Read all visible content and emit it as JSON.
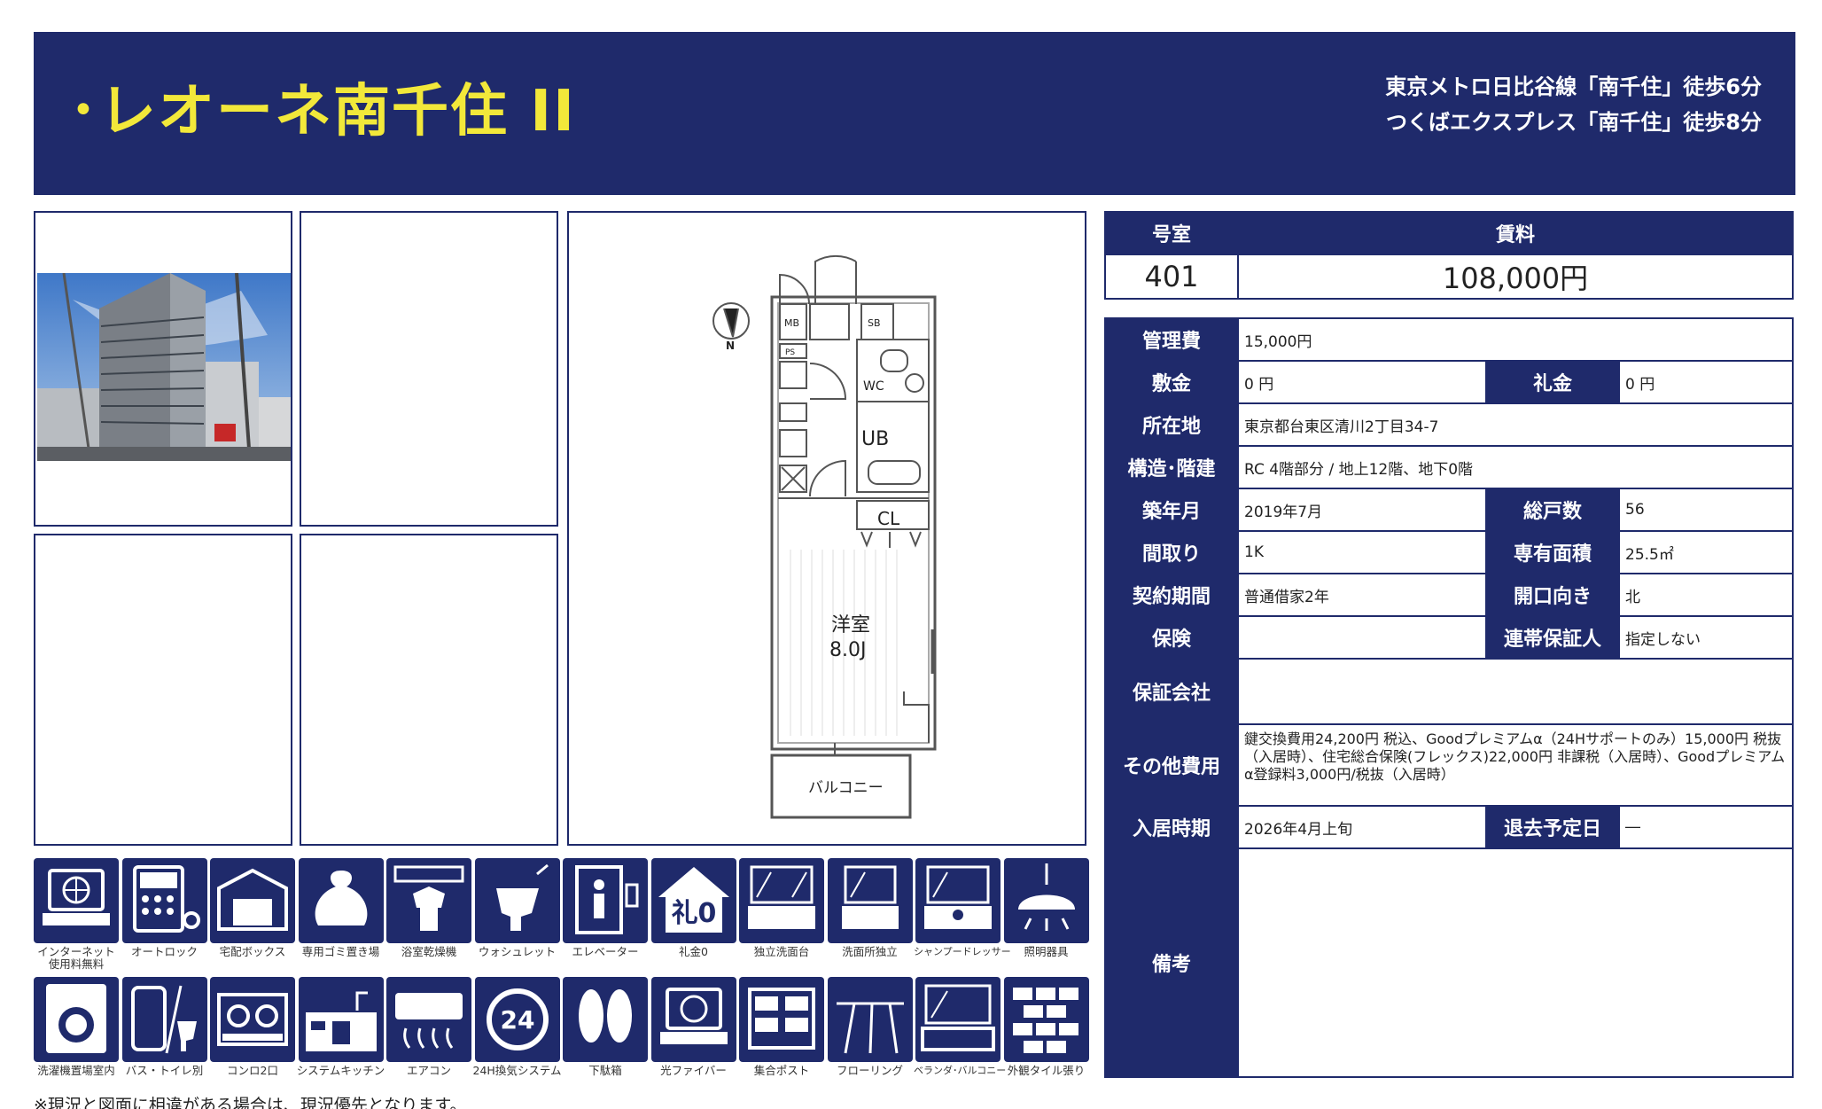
{
  "header": {
    "title": "･レオーネ南千住 II",
    "access_line1": "東京メトロ日比谷線「南千住」徒歩6分",
    "access_line2": "つくばエクスプレス「南千住」徒歩8分"
  },
  "floorplan": {
    "labels": {
      "mb": "MB",
      "sb": "SB",
      "ps": "PS",
      "wc": "WC",
      "ub": "UB",
      "cl": "CL",
      "room": "洋室",
      "room_size": "8.0J",
      "balcony": "バルコニー",
      "north": "N"
    }
  },
  "summary": {
    "room_no_label": "号室",
    "rent_label": "賃料",
    "room_no": "401",
    "rent": "108,000円"
  },
  "details": {
    "kanrihi_label": "管理費",
    "kanrihi": "15,000円",
    "shikikin_label": "敷金",
    "shikikin": "0 円",
    "reikin_label": "礼金",
    "reikin": "0 円",
    "address_label": "所在地",
    "address": "東京都台東区清川2丁目34-7",
    "structure_label": "構造･階建",
    "structure": "RC 4階部分 / 地上12階、地下0階",
    "built_label": "築年月",
    "built": "2019年7月",
    "units_label": "総戸数",
    "units": "56",
    "layout_label": "間取り",
    "layout": "1K",
    "area_label": "専有面積",
    "area": "25.5㎡",
    "contract_label": "契約期間",
    "contract": "普通借家2年",
    "facing_label": "開口向き",
    "facing": "北",
    "insurance_label": "保険",
    "insurance": "",
    "guarantor_label": "連帯保証人",
    "guarantor": "指定しない",
    "guarantee_co_label": "保証会社",
    "guarantee_co": "",
    "other_label": "その他費用",
    "other": "鍵交換費用24,200円 税込、Goodプレミアムα（24Hサポートのみ）15,000円 税抜（入居時）、住宅総合保険(フレックス)22,000円 非課税（入居時）、Goodプレミアムα登録料3,000円/税抜（入居時）",
    "movein_label": "入居時期",
    "movein": "2026年4月上旬",
    "moveout_label": "退去予定日",
    "moveout": "―",
    "remarks_label": "備考",
    "remarks": ""
  },
  "amenities": [
    {
      "icon": "internet-icon",
      "label": "インターネット\n使用料無料"
    },
    {
      "icon": "auto-lock-icon",
      "label": "オートロック"
    },
    {
      "icon": "delivery-box-icon",
      "label": "宅配ボックス"
    },
    {
      "icon": "garbage-icon",
      "label": "専用ゴミ置き場"
    },
    {
      "icon": "bathroom-dryer-icon",
      "label": "浴室乾燥機"
    },
    {
      "icon": "washlet-icon",
      "label": "ウォシュレット"
    },
    {
      "icon": "elevator-icon",
      "label": "エレベーター"
    },
    {
      "icon": "reikin-zero-icon",
      "label": "礼金0"
    },
    {
      "icon": "vanity-icon",
      "label": "独立洗面台"
    },
    {
      "icon": "vanity-separate-icon",
      "label": "洗面所独立"
    },
    {
      "icon": "shampoo-dresser-icon",
      "label": "シャンプードレッサー"
    },
    {
      "icon": "lighting-icon",
      "label": "照明器具"
    },
    {
      "icon": "washing-machine-icon",
      "label": "洗濯機置場室内"
    },
    {
      "icon": "bath-toilet-separate-icon",
      "label": "バス・トイレ別"
    },
    {
      "icon": "two-burner-stove-icon",
      "label": "コンロ2口"
    },
    {
      "icon": "system-kitchen-icon",
      "label": "システムキッチン"
    },
    {
      "icon": "air-conditioner-icon",
      "label": "エアコン"
    },
    {
      "icon": "ventilation-24h-icon",
      "label": "24H換気システム"
    },
    {
      "icon": "shoe-box-icon",
      "label": "下駄箱"
    },
    {
      "icon": "fiber-optic-icon",
      "label": "光ファイバー"
    },
    {
      "icon": "mailbox-icon",
      "label": "集合ポスト"
    },
    {
      "icon": "flooring-icon",
      "label": "フローリング"
    },
    {
      "icon": "balcony-icon",
      "label": "ベランダ･バルコニー"
    },
    {
      "icon": "tile-exterior-icon",
      "label": "外観タイル張り"
    }
  ],
  "note": "※現況と図面に相違がある場合は、現況優先となります。"
}
